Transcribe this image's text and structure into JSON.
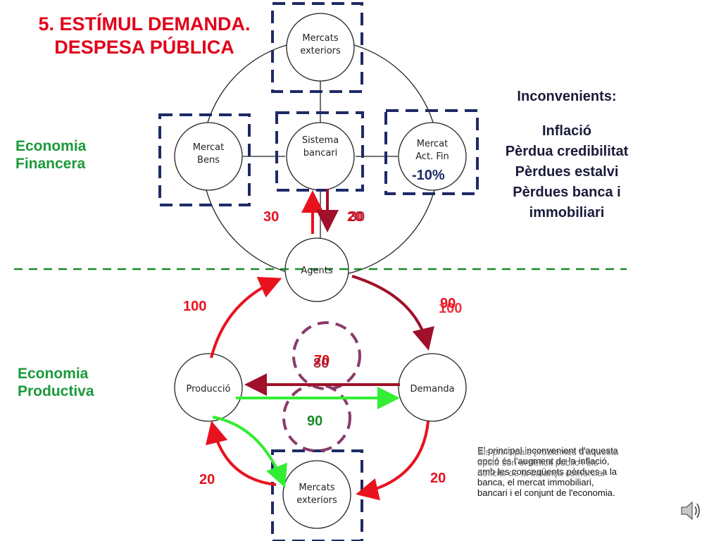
{
  "title": {
    "line1": "5. ESTÍMUL DEMANDA.",
    "line2": "DESPESA PÚBLICA"
  },
  "sections": {
    "financial": {
      "line1": "Economia",
      "line2": "Financera"
    },
    "productive": {
      "line1": "Economia",
      "line2": "Productiva"
    }
  },
  "inconvenients": {
    "heading": "Inconvenients:",
    "items": [
      "Inflació",
      "Pèrdua credibilitat",
      "Pèrdues estalvi",
      "Pèrdues banca i",
      "immobiliari"
    ]
  },
  "nodes": {
    "mercats_exteriors_top": {
      "line1": "Mercats",
      "line2": "exteriors"
    },
    "mercat_bens": {
      "line1": "Mercat",
      "line2": "Bens"
    },
    "sistema_bancari": {
      "line1": "Sistema",
      "line2": "bancari"
    },
    "mercat_act_fin": {
      "line1": "Mercat",
      "line2": "Act. Fin"
    },
    "agents": {
      "line1": "Agents"
    },
    "produccio": {
      "line1": "Producció"
    },
    "demanda": {
      "line1": "Demanda"
    },
    "mercats_exteriors_bottom": {
      "line1": "Mercats",
      "line2": "exteriors"
    }
  },
  "values": {
    "act_fin_change": "-10%",
    "to_bank": "30",
    "from_bank_a": "20",
    "from_bank_b": "30",
    "prod_to_agents": "100",
    "agents_to_demand_a": "90",
    "agents_to_demand_b": "100",
    "center_a": "70",
    "center_b": "80",
    "center_bottom": "90",
    "exterior_left": "20",
    "exterior_right": "20"
  },
  "note": {
    "line1": "El principal inconvenient d'aquesta",
    "line2": "opció és l'augment de la inflació,",
    "line3": "amb les conseqüents pèrdues a la",
    "line4": "banca, el mercat immobiliari,",
    "line5": "bancari i el conjunt de l'economia.",
    "overlay1": "Els principals problemes d'aquesta",
    "overlay2": "opció són el dèficit públic i els",
    "overlay3": "dèficits de la balança comercial"
  },
  "colors": {
    "red": "#e8121e",
    "dark_red": "#a0102a",
    "green": "#33ee33",
    "navy": "#1e2a66",
    "dashed_green": "#1a8a2a",
    "purple": "#8a3a6a",
    "title_red": "#e0001a",
    "section_green": "#1a9a3a"
  },
  "icons": {
    "speaker": "speaker-icon"
  }
}
